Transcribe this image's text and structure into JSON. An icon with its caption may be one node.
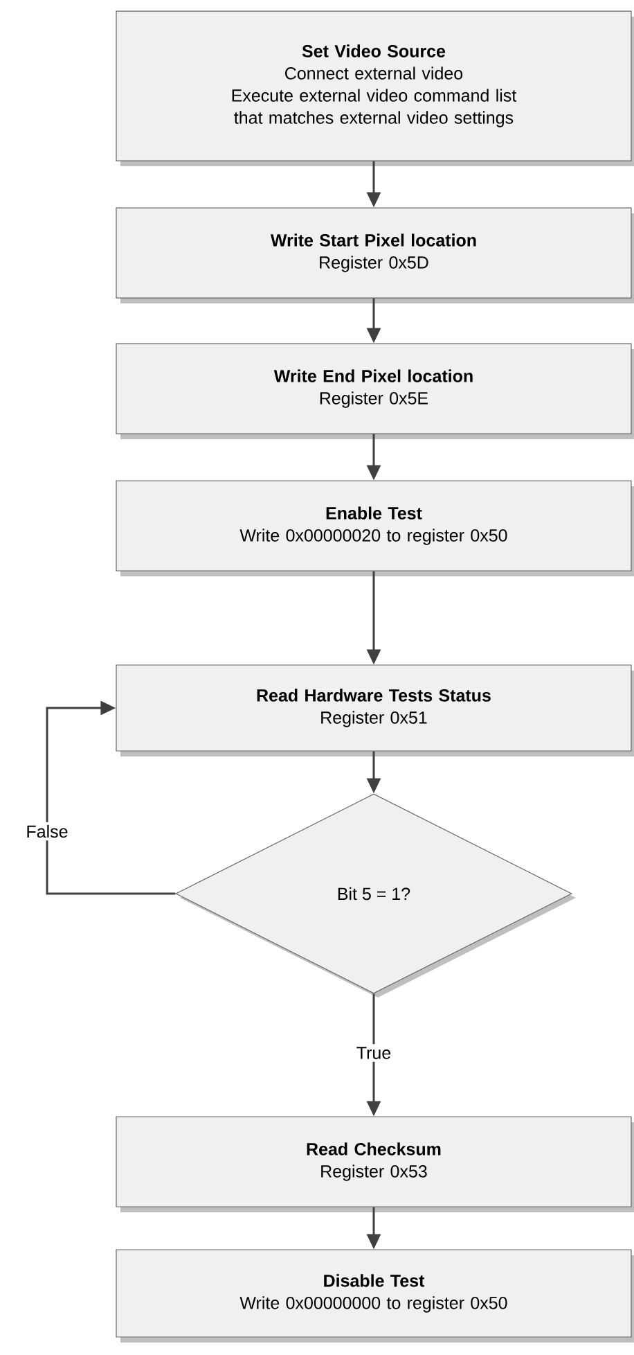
{
  "diagram": {
    "nodes": [
      {
        "text": [
          "Set Video Source",
          "Connect external video",
          "Execute external video command list that matches external video settings"
        ]
      },
      {
        "text": [
          "Write Start Pixel location",
          "Register 0x5D"
        ]
      },
      {
        "text": [
          "Write End Pixel location",
          "Register 0x5E"
        ]
      },
      {
        "text": [
          "Enable Test",
          "Write 0x00000020 to register 0x50"
        ]
      },
      {
        "text": [
          "Read Hardware Tests Status",
          "Register 0x51"
        ]
      },
      {
        "text": [
          "Bit 5 = 1?"
        ]
      },
      {
        "text": [
          "Read Checksum",
          "Register 0x53"
        ]
      },
      {
        "text": [
          "Disable Test",
          "Write 0x00000000 to register 0x50"
        ]
      }
    ],
    "edges": [
      {
        "from": 0,
        "to": 1,
        "arrow": "to"
      },
      {
        "from": 1,
        "to": 2,
        "arrow": "to"
      },
      {
        "from": 2,
        "to": 3,
        "arrow": "to"
      },
      {
        "from": 3,
        "to": 4,
        "arrow": "to"
      },
      {
        "from": 4,
        "to": 5,
        "arrow": "to"
      },
      {
        "from": 5,
        "to": 4,
        "arrow": "to",
        "label": "False"
      },
      {
        "from": 5,
        "to": 6,
        "arrow": "to",
        "label": "True"
      },
      {
        "from": 6,
        "to": 7,
        "arrow": "to"
      }
    ]
  }
}
